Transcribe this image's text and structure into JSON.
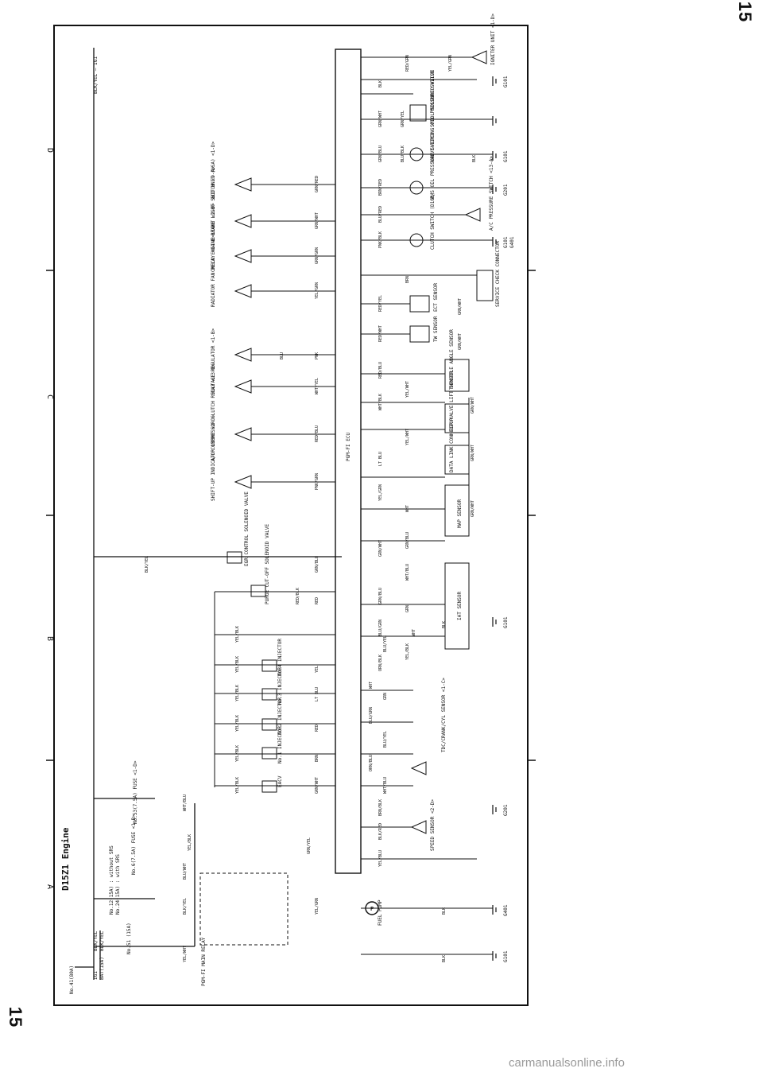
{
  "page": {
    "number_top": "15",
    "number_bottom": "15"
  },
  "title": "D15Z1 Engine",
  "grid_letters": [
    "A",
    "B",
    "C",
    "D"
  ],
  "watermark": "carmanualsonline.info",
  "ecu_label": "PGM-FI ECU",
  "power": {
    "fuse_main": "No.41(80A)",
    "feed_ig1": "IG1",
    "feed_bat": "BAT(15A)",
    "feed_wire_1": "BLK/YEL",
    "feed_wire_2": "BLK/YEL",
    "fuse_51": "No.51 (15A)",
    "fuse_note_1": "No.12(15A) : without SRS",
    "fuse_note_2": "No.24(15A) : with SRS",
    "fuse_6": "No.6(7.5A) FUSE <1-B>",
    "fuse_53": "No.53(7.5A) FUSE <1-D>",
    "top_feed": "BLK/YEL — IG1"
  },
  "components": {
    "main_relay": "PGM-FI MAIN RELAY",
    "fuel_pump": "FUEL PUMP",
    "speed_sensor": "SPEED SENSOR <2-D>",
    "eacv": "EACV",
    "inj1": "No.1 INJECTOR",
    "inj2": "No.2 INJECTOR",
    "inj3": "No.3 INJECTOR",
    "inj4": "No.4 INJECTOR",
    "purge_valve": "PURGE CUT-OFF SOLENOID VALVE",
    "egr_valve": "EGR CONTROL SOLENOID VALVE",
    "tdc_sensor": "TDC/CRANK/CYL SENSOR <1-C>",
    "iat_sensor": "IAT SENSOR",
    "map_sensor": "MAP SENSOR",
    "data_link": "DATA LINK CONNECTOR",
    "egr_lift": "EGR VALVE LIFT SENSOR",
    "tps": "THROTTLE ANGLE SENSOR",
    "ect": "ECT SENSOR",
    "tw": "TW SENSOR",
    "service_check": "SERVICE CHECK CONNECTOR",
    "shift_up": "SHIFT-UP INDICATOR LIGHT <2-D>",
    "ac_relay": "A/C COMPRESSOR CLUTCH RELAY <13-D>",
    "voltage_reg": "VOLTAGE REGULATOR <1-B>",
    "radiator_fan": "RADIATOR FAN RELAY <14-D>",
    "check_engine": "CHECK ENGINE LIGHT <2-D>",
    "brake_switch": "BRAKE LIGHT SWITCH <9-A>",
    "els_unit": "ELD UNIT (USA) <1-D>",
    "clutch_switch": "CLUTCH SWITCH (D16B)",
    "ac_pressure": "A/C PRESSURE SWITCH <13-A>",
    "ps_oil": "P/S OIL PRESSURE SWITCH",
    "vtec_switch": "VALVE TIMING OIL PRESSURE SWITCH",
    "spool_valve": "SPOOL SOLENOID VALVE",
    "igniter": "IGNITER UNIT <1-D>"
  },
  "grounds": {
    "g101": "G101",
    "g401": "G401",
    "g201": "G201",
    "g101b": "G101",
    "g101c": "G101",
    "g401b": "G401",
    "g101d": "G101",
    "g201b": "G201",
    "g101e": "G101"
  },
  "wires": {
    "w1": "YEL/WHT",
    "w2": "BLK/YEL",
    "w3": "BLU/WHT",
    "w4": "WHT/BLU",
    "w5": "GRN/YEL",
    "w6": "YEL/BLK",
    "w7": "YEL/GRN",
    "w8": "BLK",
    "w9": "BLK",
    "w10": "YEL/BLK",
    "w11": "GRN/WHT",
    "w12": "YEL/BLK",
    "w13": "BRN",
    "w14": "YEL/BLK",
    "w15": "RED",
    "w16": "YEL/BLK",
    "w17": "LT BLU",
    "w18": "YEL/BLK",
    "w19": "YEL",
    "w20": "YEL/BLK",
    "w21": "RED",
    "w22": "BLK/YEL",
    "w23": "GRN/BLU",
    "w24": "RED/BLK",
    "w25": "PNK/GRN",
    "w26": "RED/BLU",
    "w27": "WHT/YEL",
    "w28": "PNK",
    "w29": "BLU",
    "w30": "YEL/GRN",
    "w31": "GRN/GRN",
    "w32": "GRN/WHT",
    "w33": "GRN/RED",
    "w34": "RED/GRN",
    "w35": "YEL/GRN",
    "w36": "BLK",
    "w37": "GRN/WHT",
    "w38": "GRN/YEL",
    "w39": "GRN/BLU",
    "w40": "BLU/BLK",
    "w41": "BRN/RED",
    "w42": "BLU/RED",
    "w43": "PNK/BLK",
    "w44": "BRN",
    "w45": "RED/YEL",
    "w46": "RED/WHT",
    "w47": "RED/BLU",
    "w48": "WHT/BLK",
    "w49": "LT BLU",
    "w50": "YEL/GRN",
    "w51": "WHT",
    "w52": "GRN/WHT",
    "w53": "GRN/BLU",
    "w54": "WHT/BLU",
    "w55": "GRN/BLU",
    "w56": "BLU/GRN",
    "w57": "GRN",
    "w58": "BLU/YEL",
    "w59": "ORN/BLK",
    "w60": "YEL/BLK",
    "w61": "WHT",
    "w62": "BLK",
    "w63": "BRN/BLK",
    "w64": "BLK/RED",
    "w65": "YEL/BLU",
    "w66": "WHT/BLU",
    "w67": "ORN/BLU",
    "w68": "BLU/YEL",
    "w69": "BLU/GRN",
    "w70": "GRN",
    "w71": "WHT",
    "w72": "YEL/WHT",
    "w73": "YEL/WHT",
    "w74": "GRN/WHT",
    "w75": "GRN/WHT",
    "w76": "GRN/WHT",
    "w77": "GRN/WHT",
    "w78": "GRN/WHT",
    "w79": "BLK"
  }
}
